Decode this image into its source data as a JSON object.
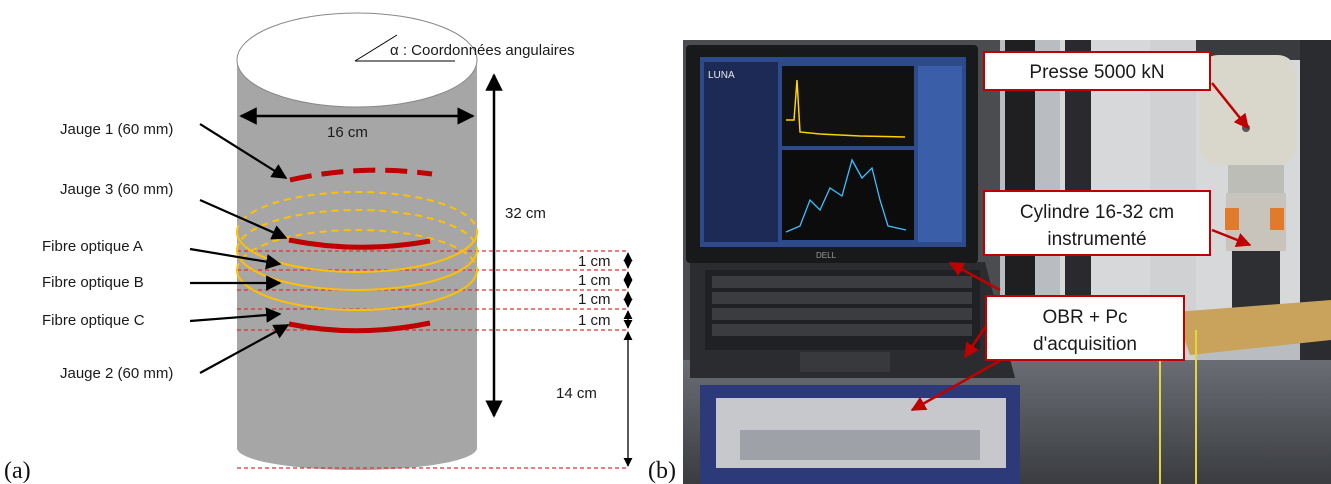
{
  "panel_a": {
    "label": "(a)",
    "angle_label": "α : Coordonnées angulaires",
    "diameter": "16 cm",
    "height": "32 cm",
    "gauges": [
      "Jauge 1 (60 mm)",
      "Jauge 3 (60 mm)",
      "Jauge 2 (60 mm)"
    ],
    "fibers": [
      "Fibre optique A",
      "Fibre optique B",
      "Fibre optique C"
    ],
    "spacings": [
      "1 cm",
      "1 cm",
      "1 cm",
      "1 cm"
    ],
    "bottom_distance": "14 cm",
    "colors": {
      "cylinder": "#a6a6a6",
      "gauge": "#c00000",
      "fiber": "#ffc000",
      "guide": "#e03030"
    }
  },
  "panel_b": {
    "label": "(b)",
    "callouts": [
      "Presse 5000 kN",
      "Cylindre 16-32 cm",
      "instrumenté",
      "OBR + Pc",
      "d'acquisition"
    ],
    "screen_logo": "LUNA",
    "laptop_brand": "DELL",
    "colors": {
      "callout_border": "#c00000",
      "arrow": "#c00000"
    }
  }
}
